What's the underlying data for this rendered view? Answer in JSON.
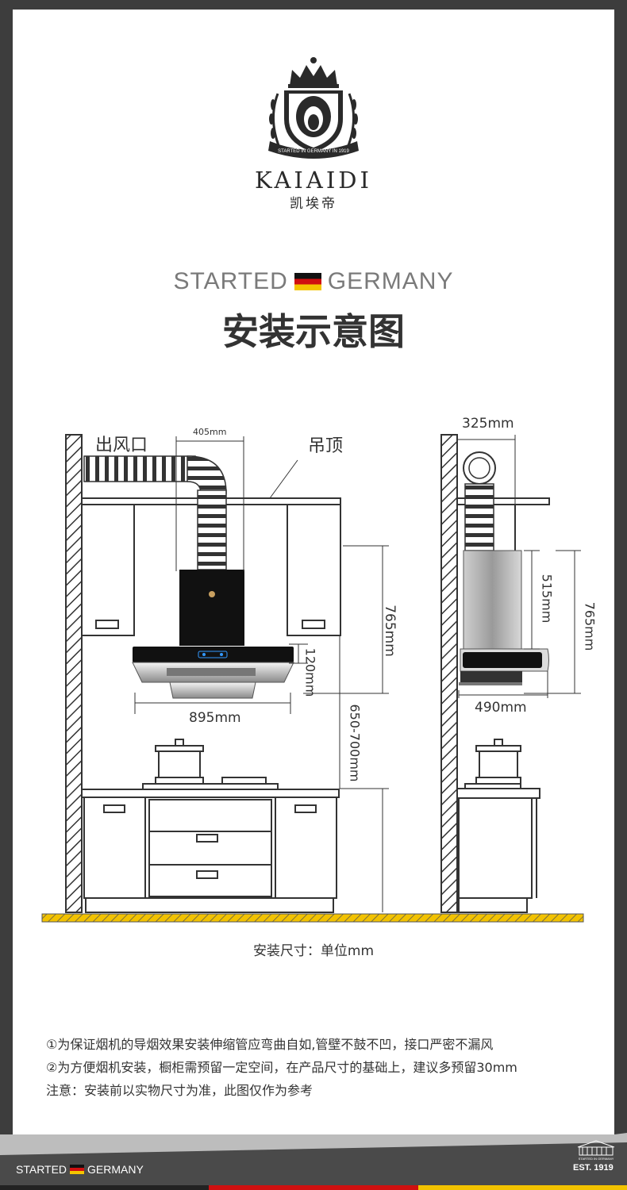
{
  "brand": {
    "name": "KAIAIDI",
    "name_cn": "凯埃帝",
    "seal_text": "STARTED IN GERMANY IN 1919"
  },
  "tagline": {
    "left": "STARTED",
    "right": "GERMANY"
  },
  "title": "安装示意图",
  "diagram": {
    "front": {
      "outlet_label": "出风口",
      "ceiling_label": "吊顶",
      "duct_offset": "405mm",
      "cabinet_height": "765mm",
      "panel_height": "120mm",
      "hood_width": "895mm",
      "install_height": "650-700mm"
    },
    "side": {
      "duct_offset": "325mm",
      "body_height": "515mm",
      "total_height": "765mm",
      "depth": "490mm"
    },
    "colors": {
      "floor": "#f2c200",
      "line": "#333333"
    }
  },
  "unit_note": "安装尺寸：单位mm",
  "notes": [
    "①为保证烟机的导烟效果安装伸缩管应弯曲自如,管壁不鼓不凹，接口严密不漏风",
    "②为方便烟机安装，橱柜需预留一定空间，在产品尺寸的基础上，建议多预留30mm",
    "注意：安装前以实物尺寸为准，此图仅作为参考"
  ],
  "footer": {
    "left": "STARTED",
    "right": "GERMANY",
    "seal": "EST. 1919",
    "seal_small": "STARTED IN GERMANY"
  }
}
